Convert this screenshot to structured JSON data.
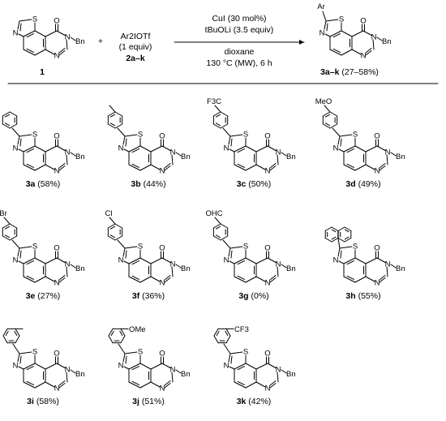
{
  "atoms": {
    "S": "S",
    "N": "N",
    "O": "O",
    "Bn": "Bn",
    "Ar": "Ar",
    "Me": "Me",
    "MeO": "MeO",
    "F3C": "F3C",
    "CF3": "CF3",
    "OMe": "OMe",
    "Br": "Br",
    "Cl": "Cl",
    "OHC": "OHC"
  },
  "scheme": {
    "start_label": "1",
    "plus": "+",
    "reagent": "Ar2IOTf",
    "reagent_equiv": "(1 equiv)",
    "reagent_label": "2a–k",
    "cond1": "CuI (30 mol%)",
    "cond2": "tBuOLi (3.5 equiv)",
    "cond3": "dioxane",
    "cond4": "130 °C (MW), 6 h",
    "product_id": "3a–k",
    "product_yield": "(27–58%)"
  },
  "products": [
    {
      "id": "3a",
      "yield": "(58%)"
    },
    {
      "id": "3b",
      "yield": "(44%)"
    },
    {
      "id": "3c",
      "yield": "(50%)"
    },
    {
      "id": "3d",
      "yield": "(49%)"
    },
    {
      "id": "3e",
      "yield": "(27%)"
    },
    {
      "id": "3f",
      "yield": "(36%)"
    },
    {
      "id": "3g",
      "yield": "(0%)"
    },
    {
      "id": "3h",
      "yield": "(55%)"
    },
    {
      "id": "3i",
      "yield": "(58%)"
    },
    {
      "id": "3j",
      "yield": "(51%)"
    },
    {
      "id": "3k",
      "yield": "(42%)"
    }
  ]
}
